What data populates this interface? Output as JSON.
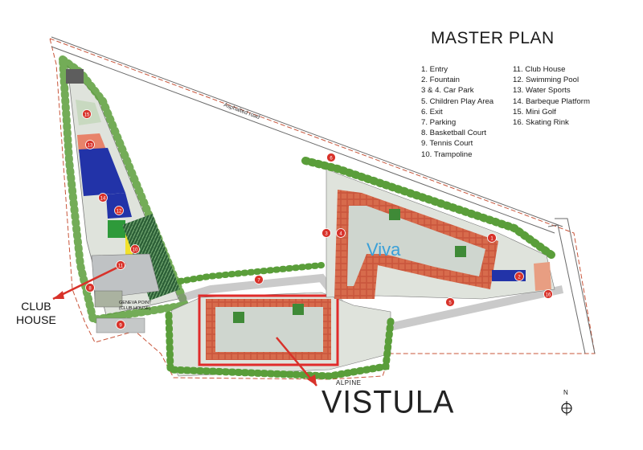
{
  "title": "MASTER PLAN",
  "legend": [
    {
      "num": "1.",
      "label": "Entry"
    },
    {
      "num": "2.",
      "label": "Fountain"
    },
    {
      "num": "3 & 4.",
      "label": "Car Park"
    },
    {
      "num": "5.",
      "label": "Children Play Area"
    },
    {
      "num": "6.",
      "label": "Exit"
    },
    {
      "num": "7.",
      "label": "Parking"
    },
    {
      "num": "8.",
      "label": "Basketball Court"
    },
    {
      "num": "9.",
      "label": "Tennis Court"
    },
    {
      "num": "10.",
      "label": "Trampoline"
    },
    {
      "num": "11.",
      "label": "Club House"
    },
    {
      "num": "12.",
      "label": "Swimming Pool"
    },
    {
      "num": "13.",
      "label": "Water Sports"
    },
    {
      "num": "14.",
      "label": "Barbeque Platform"
    },
    {
      "num": "15.",
      "label": "Mini Golf"
    },
    {
      "num": "16.",
      "label": "Skating Rink"
    }
  ],
  "labels": {
    "road": "Asphalted road",
    "club_house_callout_1": "CLUB",
    "club_house_callout_2": "HOUSE",
    "geneva_point_1": "GENEVA POINT",
    "geneva_point_2": "(CLUB HOUSE)",
    "alpine": "ALPINE",
    "vistula": "VISTULA",
    "viva": "Viva",
    "north": "N"
  },
  "markers": [
    "1",
    "2",
    "3",
    "4",
    "5",
    "6",
    "7",
    "8",
    "9",
    "10",
    "11",
    "12",
    "13",
    "14",
    "15",
    "16"
  ],
  "colors": {
    "marker_red": "#d8322a",
    "pool_blue": "#2233a8",
    "building_red": "#c8553a",
    "tree_green": "#5a9e3a",
    "yellow_court": "#f2e12c",
    "viva_blue": "#3aa0d8"
  }
}
